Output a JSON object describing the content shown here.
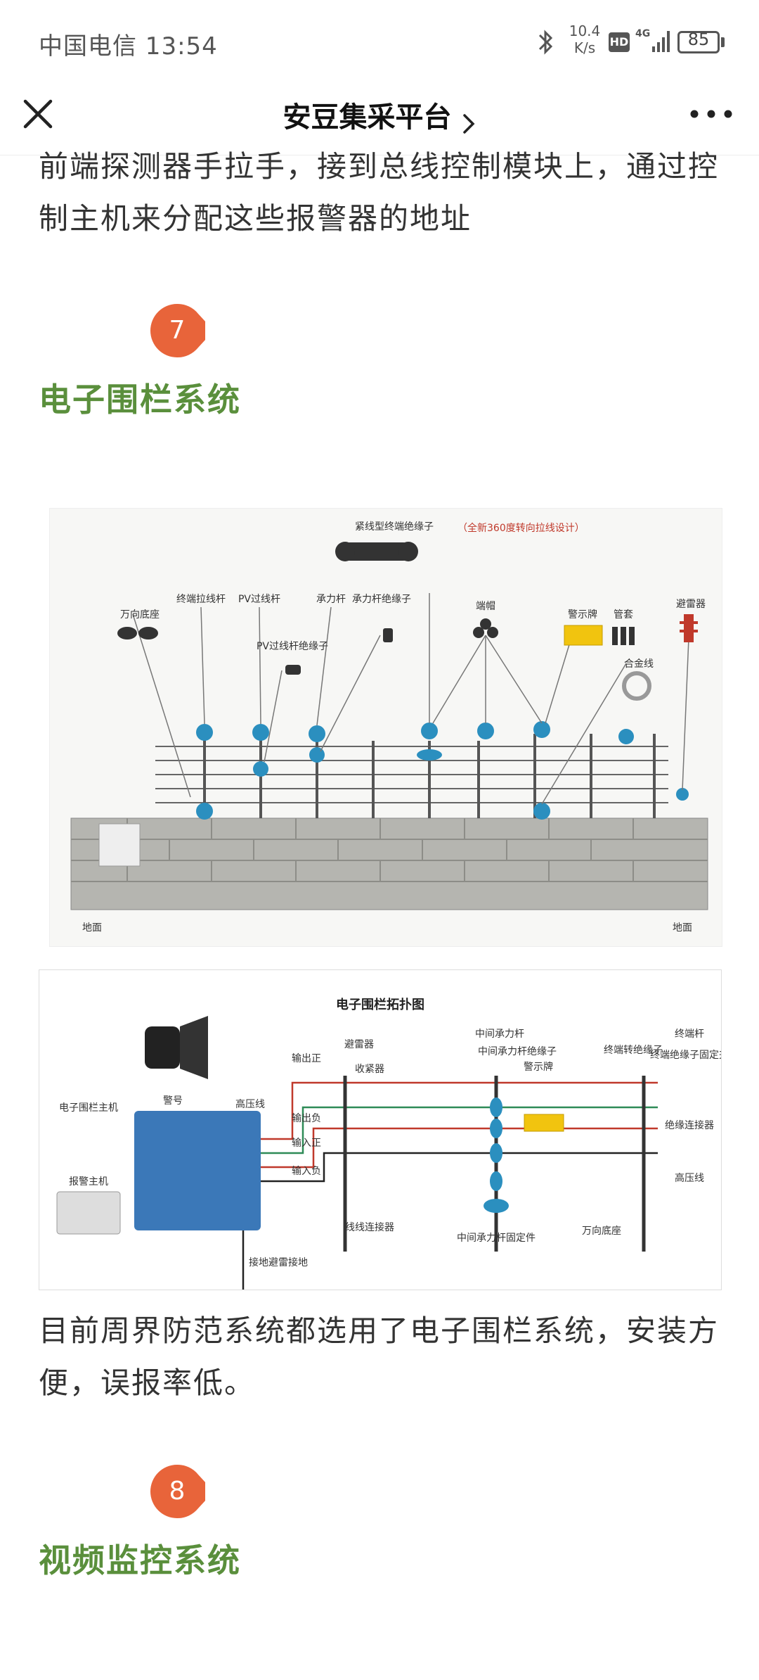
{
  "status_bar": {
    "carrier_time": "中国电信 13:54",
    "net_speed_value": "10.4",
    "net_speed_unit": "K/s",
    "hd": "HD",
    "net_type": "4G",
    "battery": "85"
  },
  "nav": {
    "title": "安豆集采平台",
    "close_icon": "close-icon",
    "more_icon": "more-dots-icon"
  },
  "article": {
    "para_1": "前端探测器手拉手，接到总线控制模块上，通过控制主机来分配这些报警器的地址",
    "section_7": {
      "number": "7",
      "title": "电子围栏系统"
    },
    "para_2": "目前周界防范系统都选用了电子围栏系统，安装方便，误报率低。",
    "section_8": {
      "number": "8",
      "title": "视频监控系统"
    }
  },
  "fence_diagram": {
    "top_label": "紧线型终端绝缘子",
    "top_note": "（全新360度转向拉线设计）",
    "labels": [
      "万向底座",
      "终端拉线杆",
      "PV过线杆",
      "PV过线杆绝缘子",
      "承力杆",
      "承力杆绝缘子",
      "端帽",
      "警示牌",
      "管套",
      "避雷器",
      "合金线"
    ],
    "ground_left": "地面",
    "ground_right": "地面"
  },
  "topology_diagram": {
    "title": "电子围栏拓扑图",
    "host_label": "电子围栏主机",
    "alarm_label": "警号",
    "labels": [
      "输出正",
      "输出负",
      "输入正",
      "输入负",
      "高压线",
      "避雷器",
      "收紧器",
      "中间承力杆",
      "中间承力杆绝缘子",
      "警示牌",
      "终端转绝缘子",
      "终端杆",
      "终端绝缘子固定夹",
      "绝缘连接器",
      "高压线",
      "中间承力杆固定件",
      "万向底座",
      "线线连接器",
      "接地避雷接地",
      "报警主机"
    ],
    "colors": {
      "wire_red": "#c0392b",
      "wire_green": "#2e8b57",
      "wire_black": "#222222",
      "host_blue": "#3b78b8"
    }
  },
  "colors": {
    "accent_orange": "#e8643a",
    "section_green": "#5a8f3c"
  }
}
